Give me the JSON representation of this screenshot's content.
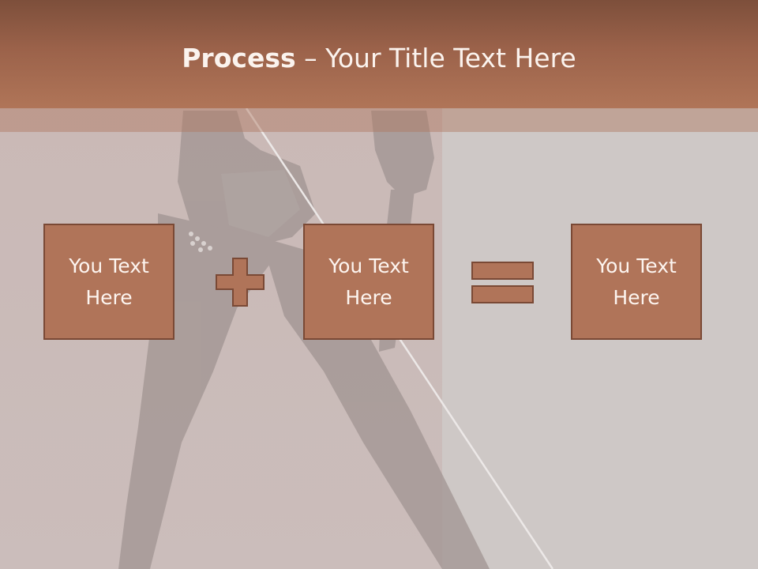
{
  "slide": {
    "title_bold": "Process",
    "title_rest": " – Your Title Text Here",
    "boxes": [
      {
        "label": "You Text Here"
      },
      {
        "label": "You Text Here"
      },
      {
        "label": "You Text Here"
      }
    ],
    "operators": [
      "plus-icon",
      "equals-icon"
    ]
  },
  "colors": {
    "title_bar": "#9b624a",
    "box_fill": "#b07459",
    "box_border": "#7a4935",
    "background": "#cdc4c2",
    "text_light": "#fdf5f0"
  }
}
